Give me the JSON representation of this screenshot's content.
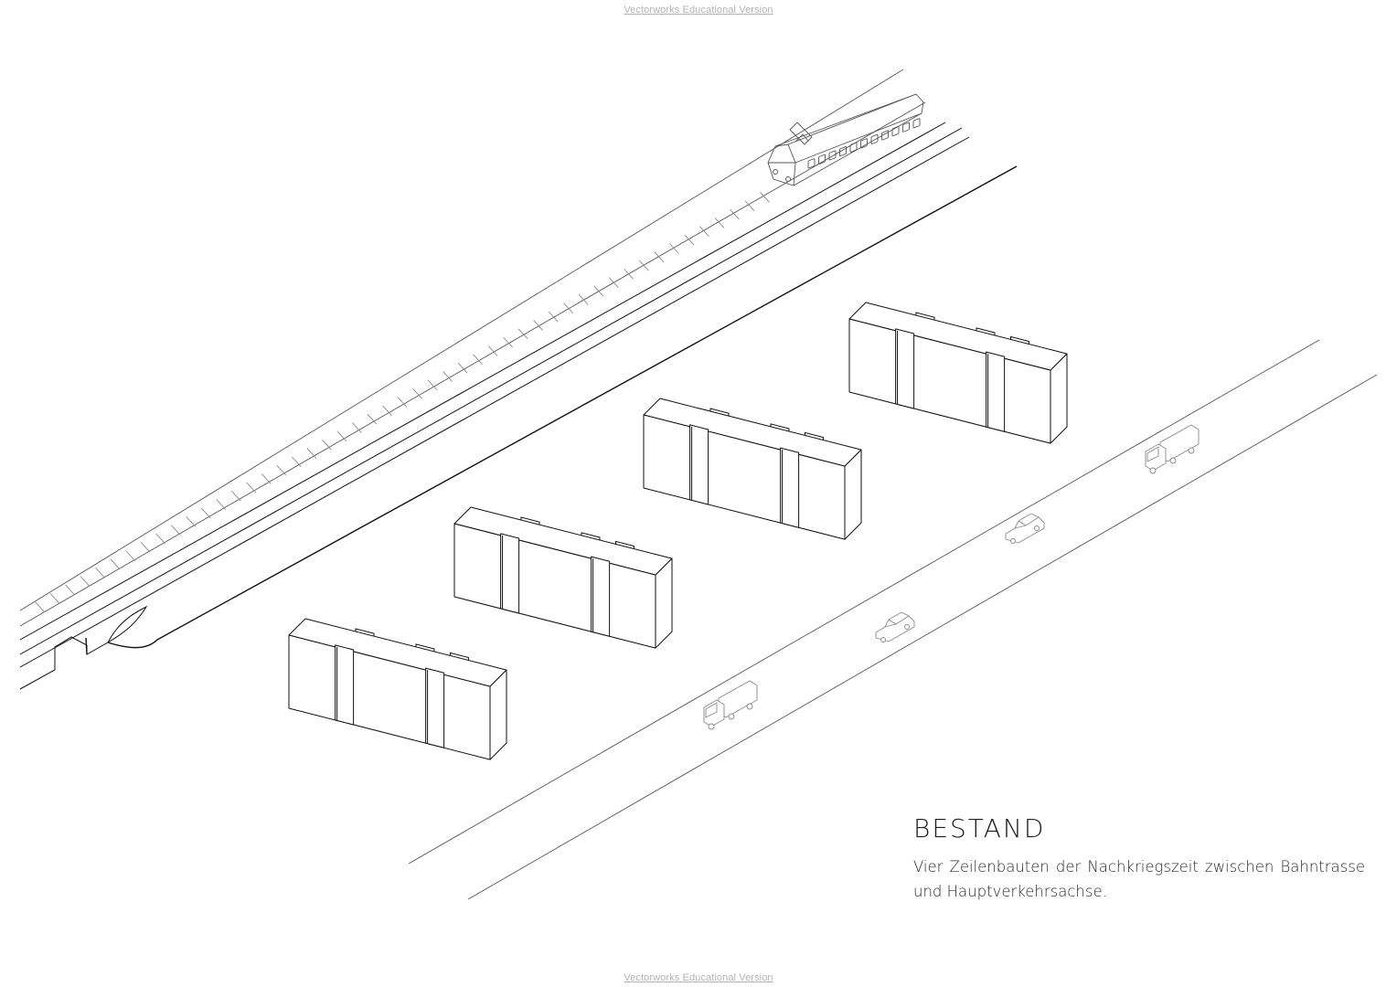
{
  "watermark": {
    "top": "Vectorworks Educational Version",
    "bottom": "Vectorworks Educational Version"
  },
  "caption": {
    "title": "BESTAND",
    "text": "Vier Zeilenbauten der Nachkriegszeit zwischen Bahntrasse und Hauptverkehrsachse."
  },
  "scene": {
    "buildings": 4,
    "vehicles": [
      "truck",
      "car",
      "car",
      "truck"
    ],
    "train": "tram"
  }
}
